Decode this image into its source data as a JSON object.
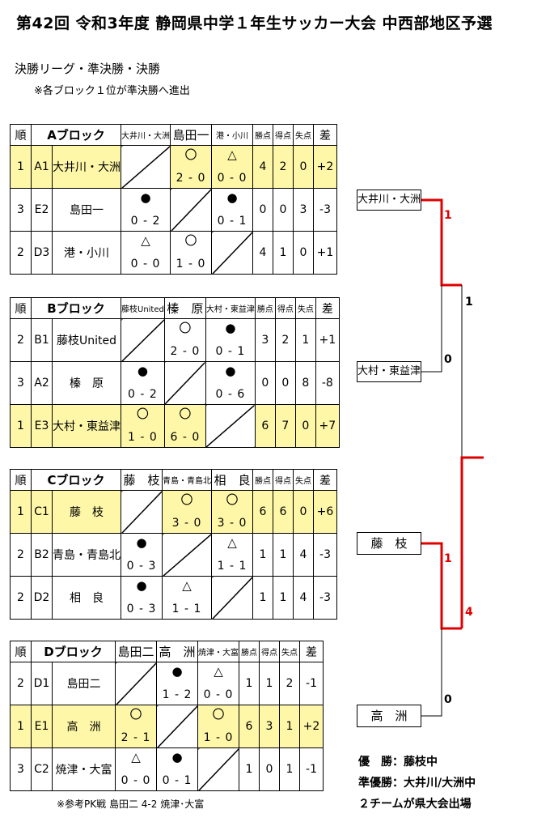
{
  "title": "第42回 令和3年度 静岡県中学１年生サッカー大会 中西部地区予選",
  "subtitle": "決勝リーグ・準決勝・決勝",
  "note": "※各ブロック１位が準決勝へ進出",
  "columns": {
    "order": "順",
    "wins": "勝点",
    "goals": "得点",
    "against": "失点",
    "diff": "差"
  },
  "blocks": [
    {
      "name": "Aブロック",
      "headers": [
        "大井川・大洲",
        "島田一",
        "港・小川"
      ],
      "rows": [
        {
          "rank": "1",
          "code": "A1",
          "team": "大井川・大洲",
          "r": [
            null,
            {
              "s": "〇",
              "sc": "2 - 0"
            },
            {
              "s": "△",
              "sc": "0 - 0"
            }
          ],
          "pts": "4",
          "gf": "2",
          "ga": "0",
          "diff": "+2",
          "hl": true
        },
        {
          "rank": "3",
          "code": "E2",
          "team": "島田一",
          "r": [
            {
              "s": "●",
              "sc": "0 - 2"
            },
            null,
            {
              "s": "●",
              "sc": "0 - 1"
            }
          ],
          "pts": "0",
          "gf": "0",
          "ga": "3",
          "diff": "-3",
          "hl": false
        },
        {
          "rank": "2",
          "code": "D3",
          "team": "港・小川",
          "r": [
            {
              "s": "△",
              "sc": "0 - 0"
            },
            {
              "s": "〇",
              "sc": "1 - 0"
            },
            null
          ],
          "pts": "4",
          "gf": "1",
          "ga": "0",
          "diff": "+1",
          "hl": false
        }
      ]
    },
    {
      "name": "Bブロック",
      "headers": [
        "藤枝United",
        "榛　原",
        "大村・東益津"
      ],
      "rows": [
        {
          "rank": "2",
          "code": "B1",
          "team": "藤枝United",
          "r": [
            null,
            {
              "s": "〇",
              "sc": "2 - 0"
            },
            {
              "s": "●",
              "sc": "0 - 1"
            }
          ],
          "pts": "3",
          "gf": "2",
          "ga": "1",
          "diff": "+1",
          "hl": false
        },
        {
          "rank": "3",
          "code": "A2",
          "team": "榛　原",
          "r": [
            {
              "s": "●",
              "sc": "0 - 2"
            },
            null,
            {
              "s": "●",
              "sc": "0 - 6"
            }
          ],
          "pts": "0",
          "gf": "0",
          "ga": "8",
          "diff": "-8",
          "hl": false
        },
        {
          "rank": "1",
          "code": "E3",
          "team": "大村・東益津",
          "r": [
            {
              "s": "〇",
              "sc": "1 - 0"
            },
            {
              "s": "〇",
              "sc": "6 - 0"
            },
            null
          ],
          "pts": "6",
          "gf": "7",
          "ga": "0",
          "diff": "+7",
          "hl": true
        }
      ]
    },
    {
      "name": "Cブロック",
      "headers": [
        "藤　枝",
        "青島・青島北",
        "相　良"
      ],
      "rows": [
        {
          "rank": "1",
          "code": "C1",
          "team": "藤　枝",
          "r": [
            null,
            {
              "s": "〇",
              "sc": "3 - 0"
            },
            {
              "s": "〇",
              "sc": "3 - 0"
            }
          ],
          "pts": "6",
          "gf": "6",
          "ga": "0",
          "diff": "+6",
          "hl": true
        },
        {
          "rank": "2",
          "code": "B2",
          "team": "青島・青島北",
          "r": [
            {
              "s": "●",
              "sc": "0 - 3"
            },
            null,
            {
              "s": "△",
              "sc": "1 - 1"
            }
          ],
          "pts": "1",
          "gf": "1",
          "ga": "4",
          "diff": "-3",
          "hl": false
        },
        {
          "rank": "2",
          "code": "D2",
          "team": "相　良",
          "r": [
            {
              "s": "●",
              "sc": "0 - 3"
            },
            {
              "s": "△",
              "sc": "1 - 1"
            },
            null
          ],
          "pts": "1",
          "gf": "1",
          "ga": "4",
          "diff": "-3",
          "hl": false
        }
      ]
    },
    {
      "name": "Dブロック",
      "headers": [
        "島田二",
        "高　洲",
        "焼津・大富"
      ],
      "rows": [
        {
          "rank": "2",
          "code": "D1",
          "team": "島田二",
          "r": [
            null,
            {
              "s": "●",
              "sc": "1 - 2"
            },
            {
              "s": "△",
              "sc": "0 - 0"
            }
          ],
          "pts": "1",
          "gf": "1",
          "ga": "2",
          "diff": "-1",
          "hl": false
        },
        {
          "rank": "1",
          "code": "E1",
          "team": "高　洲",
          "r": [
            {
              "s": "〇",
              "sc": "2 - 1"
            },
            null,
            {
              "s": "〇",
              "sc": "1 - 0"
            }
          ],
          "pts": "6",
          "gf": "3",
          "ga": "1",
          "diff": "+2",
          "hl": true
        },
        {
          "rank": "3",
          "code": "C2",
          "team": "焼津・大富",
          "r": [
            {
              "s": "△",
              "sc": "0 - 0"
            },
            {
              "s": "●",
              "sc": "0 - 1"
            },
            null
          ],
          "pts": "1",
          "gf": "0",
          "ga": "1",
          "diff": "-1",
          "hl": false
        }
      ]
    }
  ],
  "pk_note": "※参考PK戦 島田二 4-2 焼津･大富",
  "bracket": {
    "teams": [
      "大井川・大洲",
      "大村・東益津",
      "藤　枝",
      "高　洲"
    ],
    "semi1_scores": [
      "1",
      "0"
    ],
    "semi2_scores": [
      "1",
      "0"
    ],
    "final_scores": [
      "1",
      "4"
    ],
    "win_color": "#e00000"
  },
  "results": {
    "champion": "優　勝：藤枝中",
    "runner_up": "準優勝：大井川/大洲中",
    "qualify": "２チームが県大会出場"
  }
}
